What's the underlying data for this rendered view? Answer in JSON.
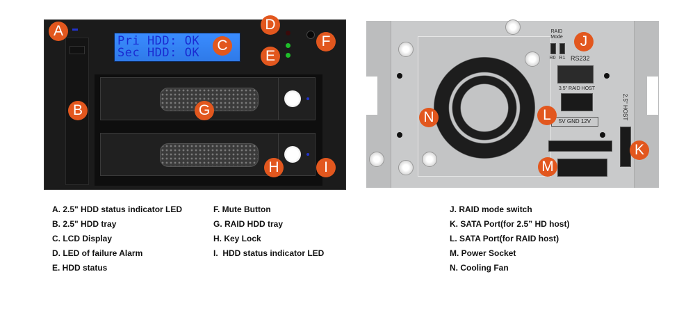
{
  "front": {
    "lcd_lines": [
      "Pri HDD: OK",
      "Sec HDD: OK"
    ],
    "markers": [
      "A",
      "B",
      "C",
      "D",
      "E",
      "F",
      "G",
      "H",
      "I"
    ],
    "led_colors": {
      "alarm": "#3a0a0a",
      "status": "#1fbf2a",
      "indicator": "#2233cc"
    }
  },
  "rear": {
    "labels": {
      "raid_mode": "RAID\nMode",
      "r0": "R0",
      "r1": "R1",
      "rs232": "RS232",
      "raid_host": "3.5\" RAID HOST",
      "host25": "2.5\" HOST",
      "v5": "5V",
      "gnd": "GND",
      "v12": "12V"
    },
    "markers": [
      "J",
      "K",
      "L",
      "M",
      "N"
    ]
  },
  "legend": {
    "col1": [
      "A. 2.5\" HDD status indicator LED",
      "B. 2.5\" HDD tray",
      "C. LCD Display",
      "D. LED of failure Alarm",
      "E. HDD status"
    ],
    "col2": [
      "F. Mute Button",
      "G. RAID HDD tray",
      "H. Key Lock",
      "I.  HDD status indicator LED"
    ],
    "col3": [
      "J. RAID mode switch",
      "K. SATA Port(for 2.5” HD host)",
      "L. SATA Port(for RAID host)",
      "M. Power Socket",
      "N. Cooling Fan"
    ]
  },
  "colors": {
    "marker": "#e2571e"
  }
}
